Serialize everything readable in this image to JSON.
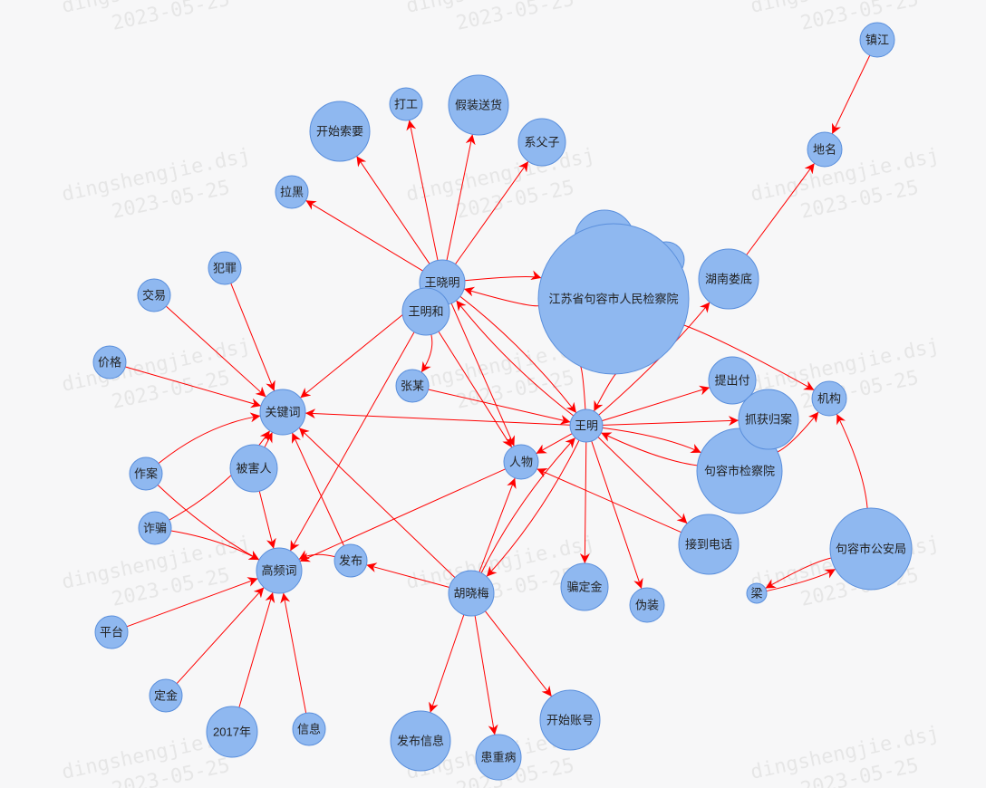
{
  "watermark": {
    "line1": "dingshengjie.dsj",
    "line2": "2023-05-25"
  },
  "colors": {
    "node_fill": "#8fb8f0",
    "node_stroke": "#5a8fdc",
    "edge": "#ff0000",
    "background": "#f7f7f8"
  },
  "nodes": [
    {
      "id": "jiangsu",
      "label": "江苏省句容市人民检察院"
    },
    {
      "id": "wxm",
      "label": "王晓明"
    },
    {
      "id": "wmh",
      "label": "王明和"
    },
    {
      "id": "wm",
      "label": "王明"
    },
    {
      "id": "renwu",
      "label": "人物"
    },
    {
      "id": "gjc",
      "label": "关键词"
    },
    {
      "id": "gpc",
      "label": "高频词"
    },
    {
      "id": "hxm",
      "label": "胡晓梅"
    },
    {
      "id": "jrjcy",
      "label": "句容市检察院"
    },
    {
      "id": "jrgaj",
      "label": "句容市公安局"
    },
    {
      "id": "hnld",
      "label": "湖南娄底"
    },
    {
      "id": "diming",
      "label": "地名"
    },
    {
      "id": "zhenjiang",
      "label": "镇江"
    },
    {
      "id": "jigou",
      "label": "机构"
    },
    {
      "id": "tcf",
      "label": "提出付"
    },
    {
      "id": "zhgw",
      "label": "抓获归案"
    },
    {
      "id": "jddh",
      "label": "接到电话"
    },
    {
      "id": "liang",
      "label": "梁"
    },
    {
      "id": "pdj",
      "label": "骗定金"
    },
    {
      "id": "wz",
      "label": "伪装"
    },
    {
      "id": "kszh",
      "label": "开始账号"
    },
    {
      "id": "fbxx",
      "label": "发布信息"
    },
    {
      "id": "hzb",
      "label": "患重病"
    },
    {
      "id": "fabu",
      "label": "发布"
    },
    {
      "id": "zhangmou",
      "label": "张某"
    },
    {
      "id": "lahei",
      "label": "拉黑"
    },
    {
      "id": "kssy",
      "label": "开始索要"
    },
    {
      "id": "dagong",
      "label": "打工"
    },
    {
      "id": "jzsh",
      "label": "假装送货"
    },
    {
      "id": "xfz",
      "label": "系父子"
    },
    {
      "id": "fanzui",
      "label": "犯罪"
    },
    {
      "id": "jiaoyi",
      "label": "交易"
    },
    {
      "id": "jiage",
      "label": "价格"
    },
    {
      "id": "zuoan",
      "label": "作案"
    },
    {
      "id": "bhr",
      "label": "被害人"
    },
    {
      "id": "zhapian",
      "label": "诈骗"
    },
    {
      "id": "pingtai",
      "label": "平台"
    },
    {
      "id": "dingjin",
      "label": "定金"
    },
    {
      "id": "y2017",
      "label": "2017年"
    },
    {
      "id": "xinxi",
      "label": "信息"
    },
    {
      "id": "hidden1",
      "label": ""
    },
    {
      "id": "hidden2",
      "label": ""
    }
  ],
  "edges": [
    [
      "zhenjiang",
      "diming"
    ],
    [
      "hnld",
      "diming"
    ],
    [
      "wxm",
      "lahei"
    ],
    [
      "wxm",
      "kssy"
    ],
    [
      "wxm",
      "dagong"
    ],
    [
      "wxm",
      "jzsh"
    ],
    [
      "wxm",
      "xfz"
    ],
    [
      "wxm",
      "jiangsu"
    ],
    [
      "jiangsu",
      "wxm"
    ],
    [
      "wxm",
      "gjc"
    ],
    [
      "wxm",
      "gpc"
    ],
    [
      "wxm",
      "renwu"
    ],
    [
      "wxm",
      "wm"
    ],
    [
      "wm",
      "wxm"
    ],
    [
      "wmh",
      "zhangmou"
    ],
    [
      "wmh",
      "renwu"
    ],
    [
      "zhangmou",
      "wm"
    ],
    [
      "fanzui",
      "gjc"
    ],
    [
      "jiaoyi",
      "gjc"
    ],
    [
      "jiage",
      "gjc"
    ],
    [
      "zuoan",
      "gjc"
    ],
    [
      "zuoan",
      "gpc"
    ],
    [
      "bhr",
      "gjc"
    ],
    [
      "bhr",
      "gpc"
    ],
    [
      "zhapian",
      "gjc"
    ],
    [
      "zhapian",
      "gpc"
    ],
    [
      "pingtai",
      "gpc"
    ],
    [
      "dingjin",
      "gpc"
    ],
    [
      "y2017",
      "gpc"
    ],
    [
      "xinxi",
      "gpc"
    ],
    [
      "fabu",
      "gpc"
    ],
    [
      "fabu",
      "gjc"
    ],
    [
      "wm",
      "gjc"
    ],
    [
      "wm",
      "jiangsu"
    ],
    [
      "jiangsu",
      "wm"
    ],
    [
      "wm",
      "tcf"
    ],
    [
      "wm",
      "zhgw"
    ],
    [
      "wm",
      "jrjcy"
    ],
    [
      "jrjcy",
      "wm"
    ],
    [
      "wm",
      "jddh"
    ],
    [
      "wm",
      "pdj"
    ],
    [
      "wm",
      "wz"
    ],
    [
      "wm",
      "renwu"
    ],
    [
      "wm",
      "hxm"
    ],
    [
      "wm",
      "hnld"
    ],
    [
      "hxm",
      "wm"
    ],
    [
      "hxm",
      "renwu"
    ],
    [
      "hxm",
      "fabu"
    ],
    [
      "hxm",
      "fbxx"
    ],
    [
      "hxm",
      "hzb"
    ],
    [
      "hxm",
      "kszh"
    ],
    [
      "hxm",
      "gjc"
    ],
    [
      "renwu",
      "gpc"
    ],
    [
      "jddh",
      "renwu"
    ],
    [
      "liang",
      "jrgaj"
    ],
    [
      "jrgaj",
      "liang"
    ],
    [
      "jrgaj",
      "jigou"
    ],
    [
      "jrjcy",
      "jigou"
    ],
    [
      "jiangsu",
      "jigou"
    ]
  ]
}
